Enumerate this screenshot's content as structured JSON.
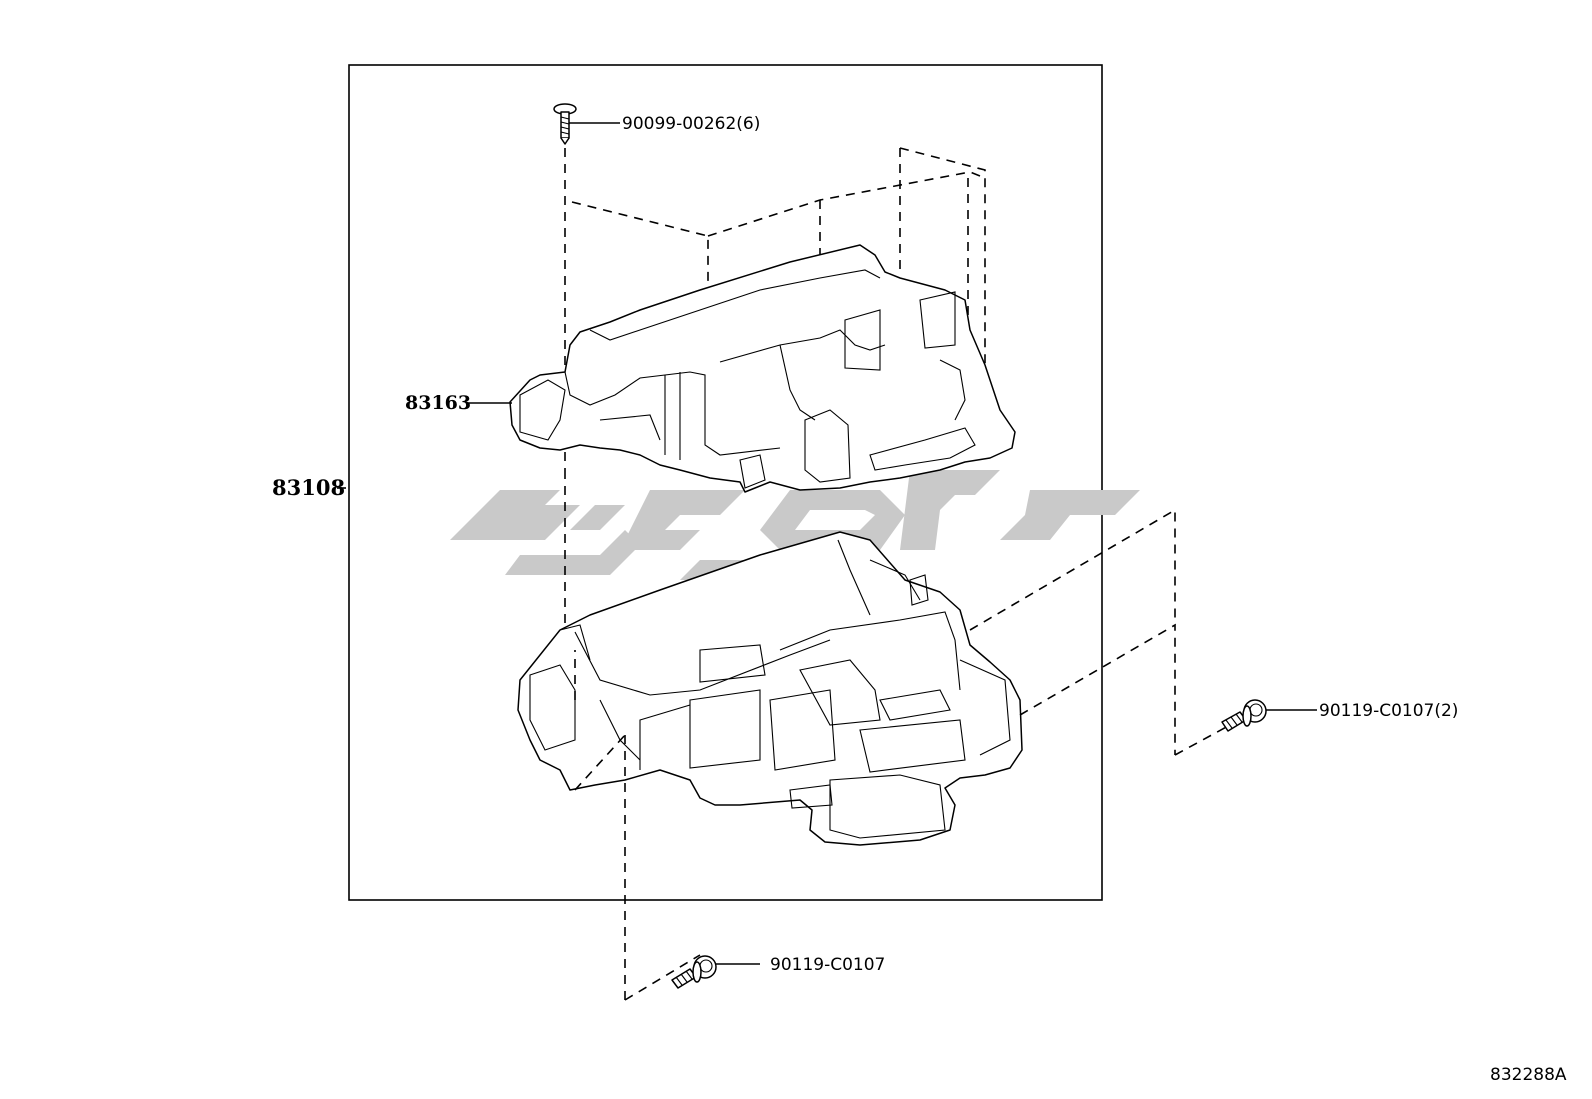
{
  "diagram": {
    "labels": {
      "assembly": "83108",
      "upper_case": "83163",
      "screw_top": "90099-00262(6)",
      "screw_right": "90119-C0107(2)",
      "screw_bottom": "90119-C0107"
    },
    "figure_code": "832288A"
  }
}
